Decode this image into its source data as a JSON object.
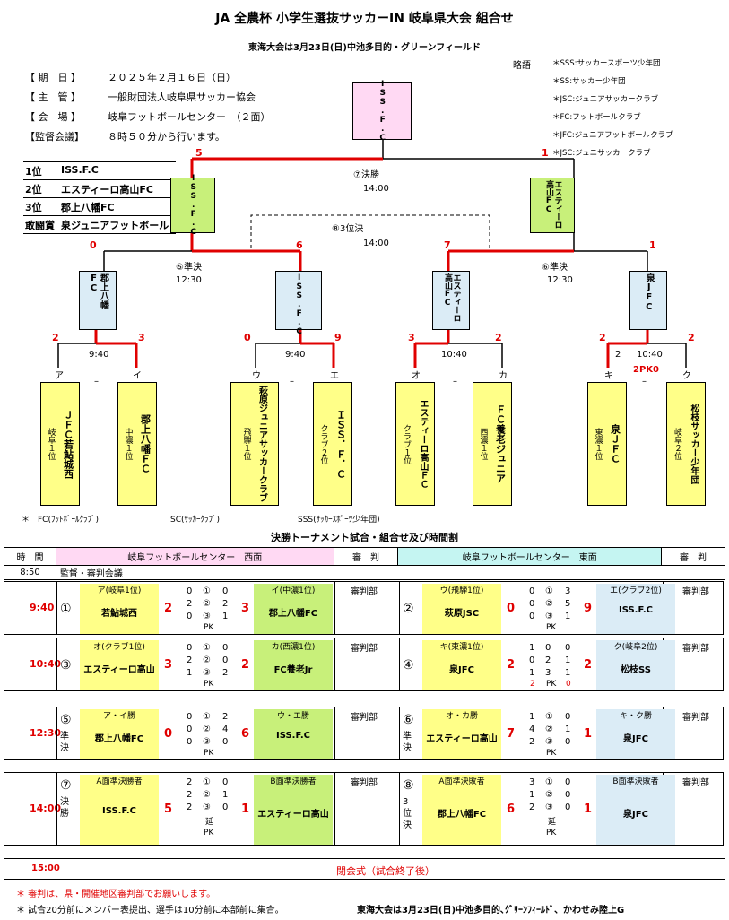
{
  "title": "JA 全農杯 小学生選抜サッカーIN 岐阜県大会 組合せ",
  "subtitle": "東海大会は3月23日(日)中池多目的・グリーンフィールド",
  "info": [
    {
      "label": "【 期　日 】",
      "value": "２０２５年２月１６日（日）"
    },
    {
      "label": "【 主　管 】",
      "value": "一般財団法人岐阜県サッカー協会"
    },
    {
      "label": "【 会　場 】",
      "value": "岐阜フットボールセンター　（２面）"
    },
    {
      "label": "【監督会議】",
      "value": "８時５０分から行います。"
    }
  ],
  "abbr_title": "略語",
  "abbreviations": [
    "＊SSS:サッカースポーツ少年団",
    "＊SS:サッカー少年団",
    "＊JSC:ジュニアサッカークラブ",
    "＊FC:フットボールクラブ",
    "＊JFC:ジュニアフットボールクラブ",
    "＊JSC:ジュニサッカークラブ"
  ],
  "ranking": [
    {
      "rank": "1位",
      "team": "ISS.F.C"
    },
    {
      "rank": "2位",
      "team": "エスティーロ高山FC"
    },
    {
      "rank": "3位",
      "team": "郡上八幡FC"
    },
    {
      "rank": "敢闘賞",
      "team": "泉ジュニアフットボール"
    }
  ],
  "bracket": {
    "champion": "ISS.F.C",
    "final_left": "ISS.F.C",
    "final_right": "エスティーロ高山FC",
    "final_label": "⑦決勝",
    "final_time": "14:00",
    "final_score_left": "5",
    "final_score_right": "1",
    "third_label": "⑧3位決",
    "third_time": "14:00",
    "semi_left_label": "⑤準決",
    "semi_left_time": "12:30",
    "semi_right_label": "⑥準決",
    "semi_right_time": "12:30",
    "semi_scores": [
      "0",
      "6",
      "7",
      "1"
    ],
    "qf_winners": [
      "郡上八幡FC",
      "ISS.F.C",
      "エスティーロ高山FC",
      "泉JFC"
    ],
    "qf_scores": [
      "2",
      "3",
      "0",
      "9",
      "3",
      "2",
      "2",
      "2"
    ],
    "qf_times": [
      "9:40",
      "9:40",
      "10:40",
      "10:40"
    ],
    "qf_extra": "2",
    "pk_note": "2PK0",
    "slots": [
      "ア",
      "イ",
      "ウ",
      "エ",
      "オ",
      "カ",
      "キ",
      "ク"
    ],
    "teams": [
      {
        "name": "ＪＦＣ若鮎城西",
        "sub": "岐阜１位"
      },
      {
        "name": "郡上八幡ＦＣ",
        "sub": "中濃１位"
      },
      {
        "name": "萩原ジュニアサッカークラブ",
        "sub": "飛騨１位"
      },
      {
        "name": "ＩＳＳ．Ｆ．Ｃ",
        "sub": "クラブ２位"
      },
      {
        "name": "エスティーロ高山ＦＣ",
        "sub": "クラブ１位"
      },
      {
        "name": "ＦＣ養老ジュニア",
        "sub": "西濃１位"
      },
      {
        "name": "泉ＪＦＣ",
        "sub": "東濃１位"
      },
      {
        "name": "松枝サッカー少年団",
        "sub": "岐阜２位"
      }
    ]
  },
  "legend_notes": [
    "＊　FC(ﾌｯﾄﾎﾞｰﾙｸﾗﾌﾞ)",
    "SC(ｻｯｶｰｸﾗﾌﾞ)",
    "SSS(ｻｯｶｰｽﾎﾟｰﾂ少年団)"
  ],
  "schedule_title": "決勝トーナメント試合・組合せ及び時間割",
  "schedule": {
    "h_time": "時　間",
    "h_west": "岐阜フットボールセンター　西面",
    "h_ref": "審　判",
    "h_east": "岐阜フットボールセンター　東面",
    "meeting_time": "8:50",
    "meeting": "監督・審判会議",
    "ref": "審判部",
    "pk": "PK",
    "ext": "延",
    "closing_time": "15:00",
    "closing": "閉会式（試合終了後）",
    "rows": [
      {
        "time": "9:40",
        "w": {
          "no": "①",
          "sub": "",
          "h1": "ア(岐阜1位)",
          "h2": "イ(中濃1位)",
          "t1": "若鮎城西",
          "t2": "郡上八幡FC",
          "s1": "2",
          "s2": "3",
          "h": [
            "0",
            "2",
            "0"
          ],
          "a": [
            "①",
            "②",
            "③"
          ],
          "b": [
            "0",
            "2",
            "1"
          ]
        },
        "e": {
          "no": "②",
          "sub": "",
          "h1": "ウ(飛騨1位)",
          "h2": "エ(クラブ2位)",
          "t1": "萩原JSC",
          "t2": "ISS.F.C",
          "s1": "0",
          "s2": "9",
          "h": [
            "0",
            "0",
            "0"
          ],
          "a": [
            "①",
            "②",
            "③"
          ],
          "b": [
            "3",
            "5",
            "1"
          ]
        }
      },
      {
        "time": "10:40",
        "w": {
          "no": "③",
          "sub": "",
          "h1": "オ(クラブ1位)",
          "h2": "カ(西濃1位)",
          "t1": "エスティーロ高山",
          "t2": "FC養老Jr",
          "s1": "3",
          "s2": "2",
          "h": [
            "0",
            "2",
            "1"
          ],
          "a": [
            "①",
            "②",
            "③"
          ],
          "b": [
            "0",
            "0",
            "2"
          ]
        },
        "e": {
          "no": "④",
          "sub": "",
          "h1": "キ(東濃1位)",
          "h2": "ク(岐阜2位)",
          "t1": "泉JFC",
          "t2": "松枝SS",
          "s1": "2",
          "s2": "2",
          "h": [
            "1",
            "0",
            "1"
          ],
          "a": [
            "0",
            "2",
            "3"
          ],
          "b": [
            "0",
            "1",
            "1"
          ],
          "pk1": "2",
          "pk2": "0"
        }
      },
      {
        "time": "12:30",
        "w": {
          "no": "⑤",
          "sub": "準決",
          "h1": "ア・イ勝",
          "h2": "ウ・エ勝",
          "t1": "郡上八幡FC",
          "t2": "ISS.F.C",
          "s1": "0",
          "s2": "6",
          "h": [
            "0",
            "0",
            "0"
          ],
          "a": [
            "①",
            "②",
            "③"
          ],
          "b": [
            "2",
            "4",
            "0"
          ]
        },
        "e": {
          "no": "⑥",
          "sub": "準決",
          "h1": "オ・カ勝",
          "h2": "キ・ク勝",
          "t1": "エスティーロ高山",
          "t2": "泉JFC",
          "s1": "7",
          "s2": "1",
          "h": [
            "1",
            "4",
            "2"
          ],
          "a": [
            "①",
            "②",
            "③"
          ],
          "b": [
            "0",
            "1",
            "0"
          ]
        }
      },
      {
        "time": "14:00",
        "w": {
          "no": "⑦",
          "sub": "決勝",
          "h1": "A面準決勝者",
          "h2": "B面準決勝者",
          "t1": "ISS.F.C",
          "t2": "エスティーロ高山",
          "s1": "5",
          "s2": "1",
          "h": [
            "2",
            "2",
            "2"
          ],
          "a": [
            "①",
            "②",
            "③"
          ],
          "b": [
            "0",
            "1",
            "0"
          ]
        },
        "e": {
          "no": "⑧",
          "sub": "3位決",
          "h1": "A面準決敗者",
          "h2": "B面準決敗者",
          "t1": "郡上八幡FC",
          "t2": "泉JFC",
          "s1": "6",
          "s2": "1",
          "h": [
            "3",
            "1",
            "2"
          ],
          "a": [
            "①",
            "②",
            "③"
          ],
          "b": [
            "0",
            "0",
            "0"
          ]
        }
      }
    ]
  },
  "footnotes": [
    "＊ 審判は、県・開催地区審判部でお願いします。",
    "＊ 試合20分前にメンバー表提出、選手は10分前に本部前に集合。",
    "東海大会は3月23日(日)中池多目的､ｸﾞﾘｰﾝﾌｨｰﾙﾄﾞ、かわせみ陸上G"
  ]
}
